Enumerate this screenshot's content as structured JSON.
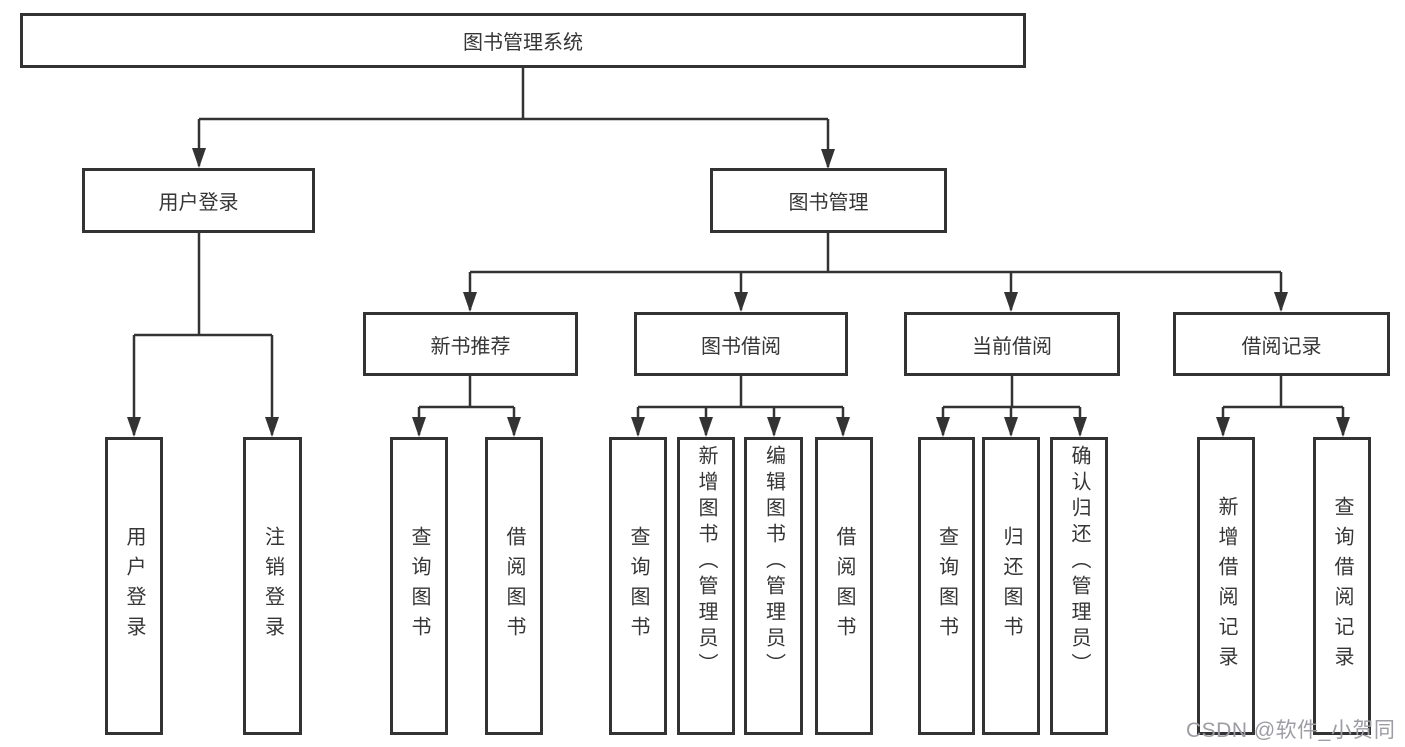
{
  "diagram": {
    "title": "图书管理系统",
    "branches": [
      {
        "label": "用户登录",
        "children": [
          {
            "label": "用户登录"
          },
          {
            "label": "注销登录"
          }
        ]
      },
      {
        "label": "图书管理",
        "sections": [
          {
            "label": "新书推荐",
            "children": [
              {
                "label": "查询图书"
              },
              {
                "label": "借阅图书"
              }
            ]
          },
          {
            "label": "图书借阅",
            "children": [
              {
                "label": "查询图书"
              },
              {
                "label": "新增图书（管理员）"
              },
              {
                "label": "编辑图书（管理员）"
              },
              {
                "label": "借阅图书"
              }
            ]
          },
          {
            "label": "当前借阅",
            "children": [
              {
                "label": "查询图书"
              },
              {
                "label": "归还图书"
              },
              {
                "label": "确认归还（管理员）"
              }
            ]
          },
          {
            "label": "借阅记录",
            "children": [
              {
                "label": "新增借阅记录"
              },
              {
                "label": "查询借阅记录"
              }
            ]
          }
        ]
      }
    ]
  },
  "watermark": {
    "text": "CSDN @软件_小贺同学"
  },
  "colors": {
    "background": "#ffffff",
    "box_border": "#333333",
    "connector_line": "#333333",
    "label_text": "#363636",
    "watermark_text": "#9d9da5"
  }
}
